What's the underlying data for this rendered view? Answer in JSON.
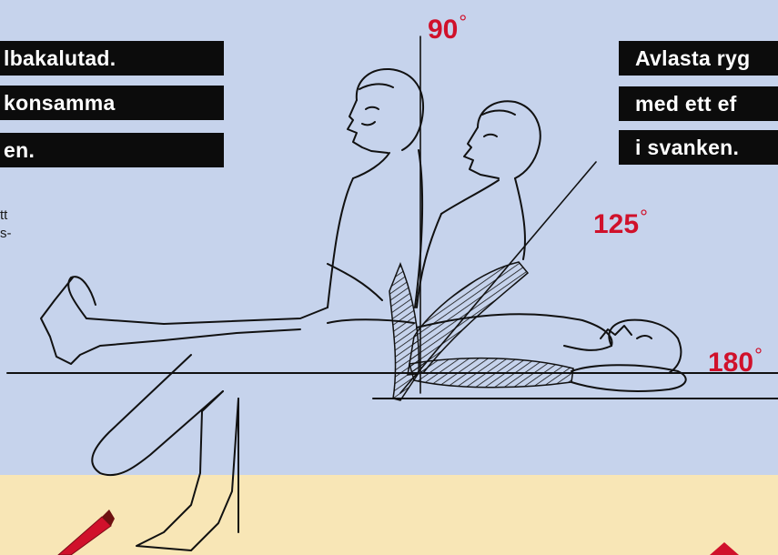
{
  "left_captions": [
    "lbakalutad.",
    "konsamma",
    "en."
  ],
  "right_captions": [
    "Avlasta ryg",
    "med ett ef",
    "i svanken."
  ],
  "body_text_fragments": [
    "tt",
    "s-"
  ],
  "angles": [
    {
      "value": "90",
      "unit": "°"
    },
    {
      "value": "125",
      "unit": "°"
    },
    {
      "value": "180",
      "unit": "°"
    }
  ],
  "colors": {
    "background_upper": "#c6d3ec",
    "background_lower": "#f8e6b6",
    "caption_bar": "#0c0c0c",
    "caption_text": "#ffffff",
    "angle_text": "#d0112b",
    "line_art": "#111111"
  }
}
